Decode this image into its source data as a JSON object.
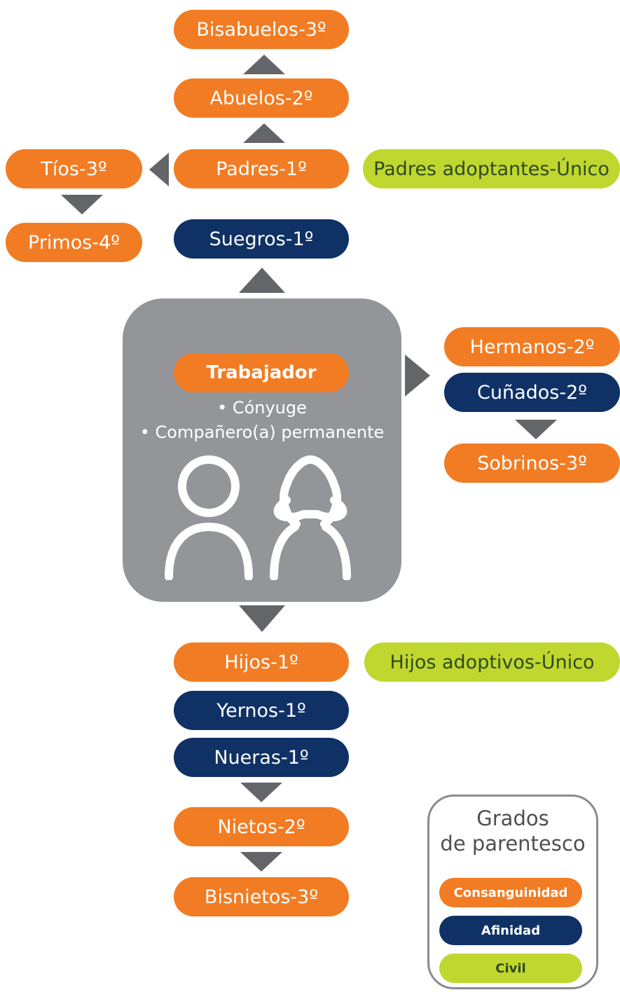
{
  "nodes": {
    "bisabuelos": "Bisabuelos-3º",
    "abuelos": "Abuelos-2º",
    "padres": "Padres-1º",
    "tios": "Tíos-3º",
    "primos": "Primos-4º",
    "padres_adoptantes": "Padres adoptantes-Único",
    "suegros": "Suegros-1º",
    "hermanos": "Hermanos-2º",
    "cunados": "Cuñados-2º",
    "sobrinos": "Sobrinos-3º",
    "hijos": "Hijos-1º",
    "hijos_adoptivos": "Hijos adoptivos-Único",
    "yernos": "Yernos-1º",
    "nueras": "Nueras-1º",
    "nietos": "Nietos-2º",
    "bisnietos": "Bisnietos-3º"
  },
  "center": {
    "label": "Trabajador",
    "bullets": [
      "Cónyuge",
      "Compañero(a) permanente"
    ]
  },
  "legend": {
    "title_line1": "Grados",
    "title_line2": "de parentesco",
    "items": [
      "Consanguinidad",
      "Afinidad",
      "Civil"
    ]
  },
  "colors": {
    "consanguinidad": "#f27c23",
    "afinidad": "#0f3165",
    "civil": "#c0d72f",
    "center_box": "#939598",
    "arrows": "#646569"
  }
}
